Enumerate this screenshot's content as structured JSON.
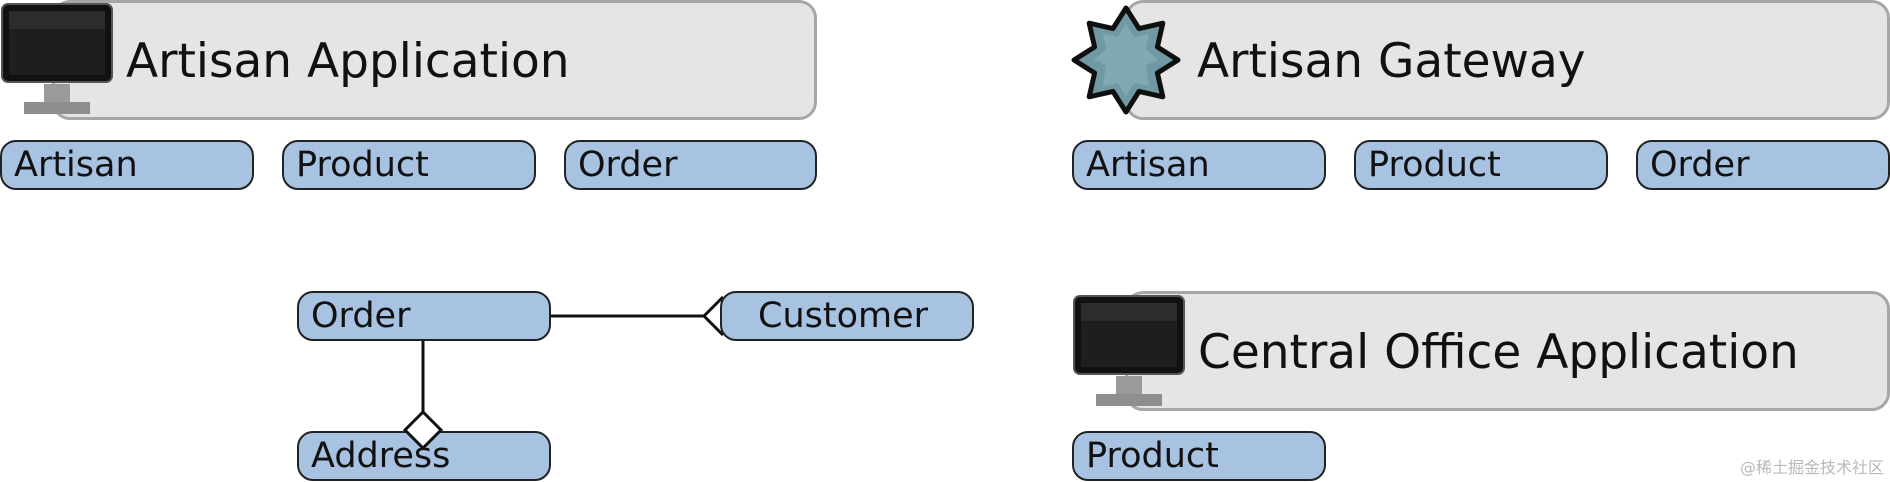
{
  "artisan_application": {
    "title": "Artisan Application",
    "icon": "monitor-icon",
    "items": [
      "Artisan",
      "Product",
      "Order"
    ]
  },
  "artisan_gateway": {
    "title": "Artisan Gateway",
    "icon": "gateway-star-icon",
    "items": [
      "Artisan",
      "Product",
      "Order"
    ]
  },
  "central_office_application": {
    "title": "Central Office Application",
    "icon": "monitor-icon",
    "items": [
      "Product"
    ]
  },
  "model": {
    "order": "Order",
    "customer": "Customer",
    "address": "Address"
  },
  "watermark": "@稀土掘金技术社区",
  "colors": {
    "header_fill": "#e5e5e5",
    "header_border": "#a6a6a6",
    "pill_fill": "#a8c3e2",
    "pill_border": "#222222",
    "gateway_icon": "#6f9aa3"
  }
}
